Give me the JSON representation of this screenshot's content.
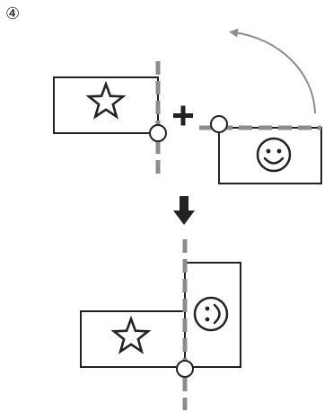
{
  "step": {
    "number": "④"
  },
  "colors": {
    "stroke": "#222222",
    "fold_line": "#8c8c8c",
    "rotation_arrow": "#8c8c8c",
    "background": "#ffffff"
  },
  "icons": {
    "before_left": "star-outline-icon",
    "before_right": "smiley-face-icon",
    "after_bottom": "star-outline-icon",
    "after_top": "smiley-face-icon",
    "pivot": "pivot-circle-icon",
    "combine": "plus-icon",
    "result": "down-arrow-icon",
    "rotate": "curved-arrow-icon"
  },
  "rotation": {
    "angle_degrees": 90,
    "direction": "counterclockwise"
  }
}
